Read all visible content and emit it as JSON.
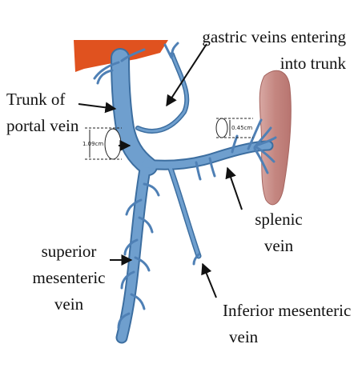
{
  "labels": {
    "gastric_line1": "gastric veins entering",
    "gastric_line2": "into trunk",
    "trunk_line1": "Trunk of",
    "trunk_line2": "portal vein",
    "splenic_line1": "splenic",
    "splenic_line2": "vein",
    "sup_mes_line1": "superior",
    "sup_mes_line2": "mesenteric",
    "sup_mes_line3": "vein",
    "inf_mes_line1": "Inferior mesenteric",
    "inf_mes_line2": "vein"
  },
  "measurements": {
    "portal_diameter": "1.09cm",
    "splenic_diameter": "0.45cm"
  },
  "colors": {
    "vein": "#6f9fce",
    "vein_dark": "#3c6ea0",
    "liver": "#e0521f",
    "spleen": "#c98f8a",
    "text": "#111111",
    "arrow": "#111111"
  }
}
